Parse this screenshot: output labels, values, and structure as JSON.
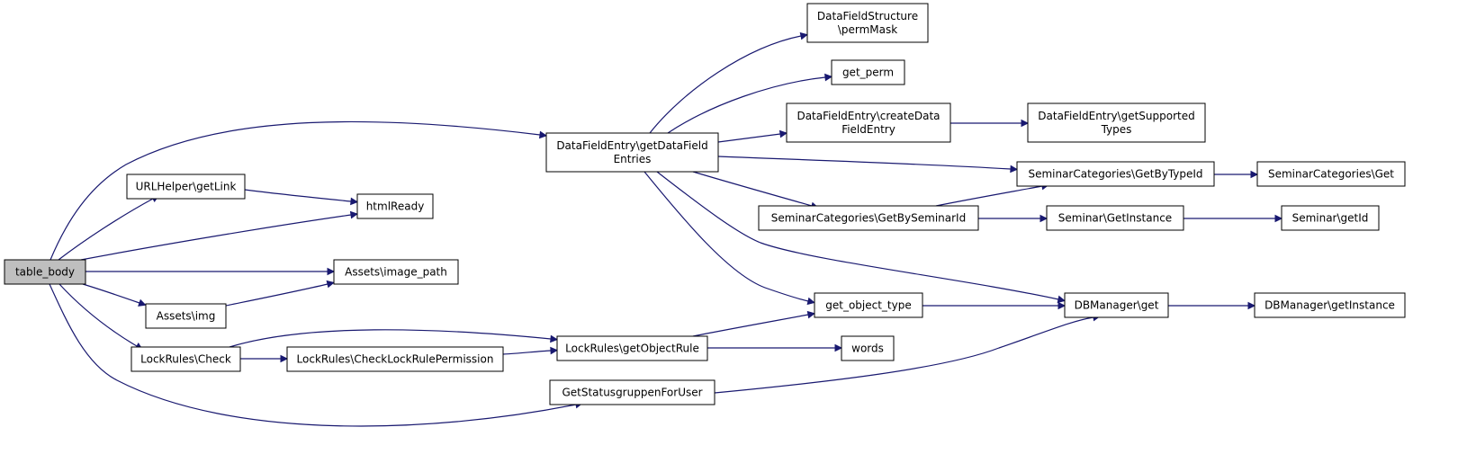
{
  "colors": {
    "edge": "#191970",
    "root_fill": "#bfbfbf",
    "node_fill": "#ffffff",
    "node_stroke": "#000000"
  },
  "nodes": [
    {
      "id": "table_body",
      "lines": [
        "table_body"
      ],
      "root": true
    },
    {
      "id": "urlhelper_getlink",
      "lines": [
        "URLHelper\\getLink"
      ]
    },
    {
      "id": "htmlready",
      "lines": [
        "htmlReady"
      ]
    },
    {
      "id": "assets_image_path",
      "lines": [
        "Assets\\image_path"
      ]
    },
    {
      "id": "assets_img",
      "lines": [
        "Assets\\img"
      ]
    },
    {
      "id": "lockrules_check",
      "lines": [
        "LockRules\\Check"
      ]
    },
    {
      "id": "lockrules_checklockrulepermission",
      "lines": [
        "LockRules\\CheckLockRulePermission"
      ]
    },
    {
      "id": "lockrules_getobjectrule",
      "lines": [
        "LockRules\\getObjectRule"
      ]
    },
    {
      "id": "getstatusgruppenforuser",
      "lines": [
        "GetStatusgruppenForUser"
      ]
    },
    {
      "id": "datafieldentry_getdatafieldentries",
      "lines": [
        "DataFieldEntry\\getDataField",
        "Entries"
      ]
    },
    {
      "id": "datafieldstructure_permmask",
      "lines": [
        "DataFieldStructure",
        "\\permMask"
      ]
    },
    {
      "id": "get_perm",
      "lines": [
        "get_perm"
      ]
    },
    {
      "id": "datafieldentry_createdatafieldentry",
      "lines": [
        "DataFieldEntry\\createData",
        "FieldEntry"
      ]
    },
    {
      "id": "datafieldentry_getsupportedtypes",
      "lines": [
        "DataFieldEntry\\getSupported",
        "Types"
      ]
    },
    {
      "id": "seminarcategories_getbytypeid",
      "lines": [
        "SeminarCategories\\GetByTypeId"
      ]
    },
    {
      "id": "seminarcategories_get",
      "lines": [
        "SeminarCategories\\Get"
      ]
    },
    {
      "id": "seminarcategories_getbyseminarid",
      "lines": [
        "SeminarCategories\\GetBySeminarId"
      ]
    },
    {
      "id": "seminar_getinstance",
      "lines": [
        "Seminar\\GetInstance"
      ]
    },
    {
      "id": "seminar_getid",
      "lines": [
        "Seminar\\getId"
      ]
    },
    {
      "id": "get_object_type",
      "lines": [
        "get_object_type"
      ]
    },
    {
      "id": "words",
      "lines": [
        "words"
      ]
    },
    {
      "id": "dbmanager_get",
      "lines": [
        "DBManager\\get"
      ]
    },
    {
      "id": "dbmanager_getinstance",
      "lines": [
        "DBManager\\getInstance"
      ]
    }
  ],
  "edges": [
    {
      "from": "table_body",
      "to": "datafieldentry_getdatafieldentries"
    },
    {
      "from": "table_body",
      "to": "urlhelper_getlink"
    },
    {
      "from": "table_body",
      "to": "htmlready"
    },
    {
      "from": "table_body",
      "to": "assets_image_path"
    },
    {
      "from": "table_body",
      "to": "assets_img"
    },
    {
      "from": "table_body",
      "to": "lockrules_check"
    },
    {
      "from": "table_body",
      "to": "getstatusgruppenforuser"
    },
    {
      "from": "urlhelper_getlink",
      "to": "htmlready"
    },
    {
      "from": "assets_img",
      "to": "assets_image_path"
    },
    {
      "from": "lockrules_check",
      "to": "lockrules_checklockrulepermission"
    },
    {
      "from": "lockrules_check",
      "to": "lockrules_getobjectrule"
    },
    {
      "from": "lockrules_checklockrulepermission",
      "to": "lockrules_getobjectrule"
    },
    {
      "from": "lockrules_getobjectrule",
      "to": "get_object_type"
    },
    {
      "from": "lockrules_getobjectrule",
      "to": "words"
    },
    {
      "from": "getstatusgruppenforuser",
      "to": "dbmanager_get"
    },
    {
      "from": "datafieldentry_getdatafieldentries",
      "to": "datafieldstructure_permmask"
    },
    {
      "from": "datafieldentry_getdatafieldentries",
      "to": "get_perm"
    },
    {
      "from": "datafieldentry_getdatafieldentries",
      "to": "datafieldentry_createdatafieldentry"
    },
    {
      "from": "datafieldentry_getdatafieldentries",
      "to": "seminarcategories_getbytypeid"
    },
    {
      "from": "datafieldentry_getdatafieldentries",
      "to": "seminarcategories_getbyseminarid"
    },
    {
      "from": "datafieldentry_getdatafieldentries",
      "to": "get_object_type"
    },
    {
      "from": "datafieldentry_getdatafieldentries",
      "to": "dbmanager_get"
    },
    {
      "from": "datafieldentry_createdatafieldentry",
      "to": "datafieldentry_getsupportedtypes"
    },
    {
      "from": "seminarcategories_getbytypeid",
      "to": "seminarcategories_get"
    },
    {
      "from": "seminarcategories_getbyseminarid",
      "to": "seminarcategories_getbytypeid"
    },
    {
      "from": "seminarcategories_getbyseminarid",
      "to": "seminar_getinstance"
    },
    {
      "from": "seminar_getinstance",
      "to": "seminar_getid"
    },
    {
      "from": "get_object_type",
      "to": "dbmanager_get"
    },
    {
      "from": "dbmanager_get",
      "to": "dbmanager_getinstance"
    }
  ]
}
